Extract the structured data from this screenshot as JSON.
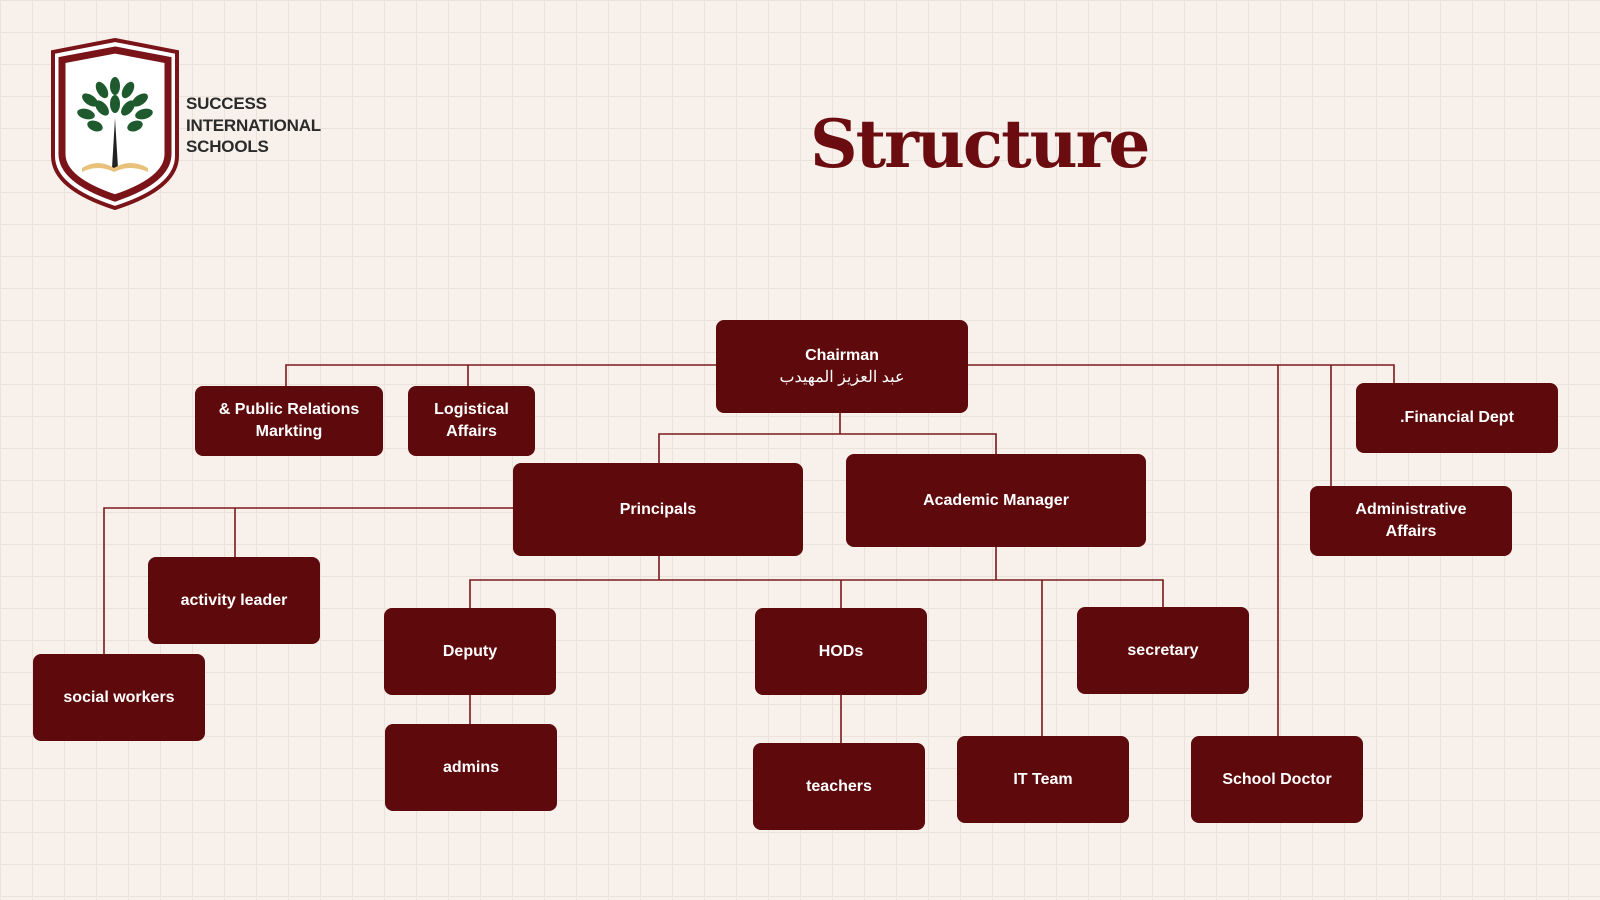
{
  "brand": {
    "line1": "SUCCESS",
    "line2": "INTERNATIONAL",
    "line3": "SCHOOLS"
  },
  "title": "Structure",
  "colors": {
    "box": "#5e0a0c",
    "title": "#6b0d10",
    "background": "#f8f0eb",
    "line": "#7a1a1c"
  },
  "nodes": {
    "chairman": {
      "label": "Chairman",
      "sub": "عبد العزيز المهيدب"
    },
    "pr": {
      "label1": "& Public Relations",
      "label2": "Markting"
    },
    "logistical": {
      "label1": "Logistical",
      "label2": "Affairs"
    },
    "financial": {
      "label": ".Financial Dept"
    },
    "administrative": {
      "label1": "Administrative",
      "label2": "Affairs"
    },
    "principals": {
      "label": "Principals"
    },
    "academic": {
      "label": "Academic Manager"
    },
    "activity": {
      "label": "activity leader"
    },
    "social": {
      "label": "social workers"
    },
    "deputy": {
      "label": "Deputy"
    },
    "hods": {
      "label": "HODs"
    },
    "secretary": {
      "label": "secretary"
    },
    "admins": {
      "label": "admins"
    },
    "teachers": {
      "label": "teachers"
    },
    "it": {
      "label": "IT Team"
    },
    "doctor": {
      "label": "School Doctor"
    }
  }
}
